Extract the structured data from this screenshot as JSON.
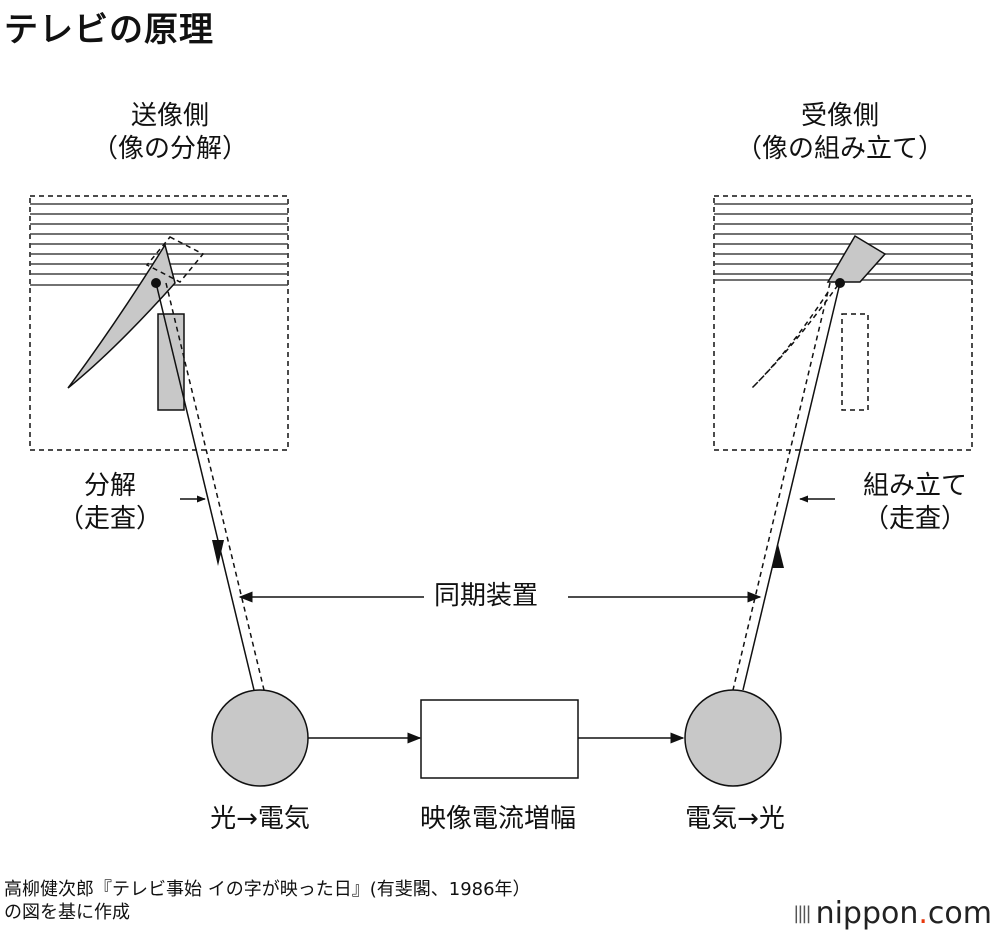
{
  "title": "テレビの原理",
  "sender": {
    "line1": "送像側",
    "line2": "（像の分解）"
  },
  "receiver": {
    "line1": "受像側",
    "line2": "（像の組み立て）"
  },
  "decompose": {
    "line1": "分解",
    "line2": "（走査）"
  },
  "assemble": {
    "line1": "組み立て",
    "line2": "（走査）"
  },
  "sync": "同期装置",
  "light_to_electric": "光→電気",
  "amplifier": "映像電流増幅",
  "electric_to_light": "電気→光",
  "credit": {
    "line1": "高柳健次郎『テレビ事始 イの字が映った日』(有斐閣、1986年）",
    "line2": "の図を基に作成"
  },
  "logo": {
    "name": "nippon",
    "dot": ".",
    "tld": "com",
    "icon": "bars-icon"
  },
  "colors": {
    "fill_gray": "#c8c8c8",
    "stroke": "#111111",
    "logo_dot": "#e8380d"
  }
}
